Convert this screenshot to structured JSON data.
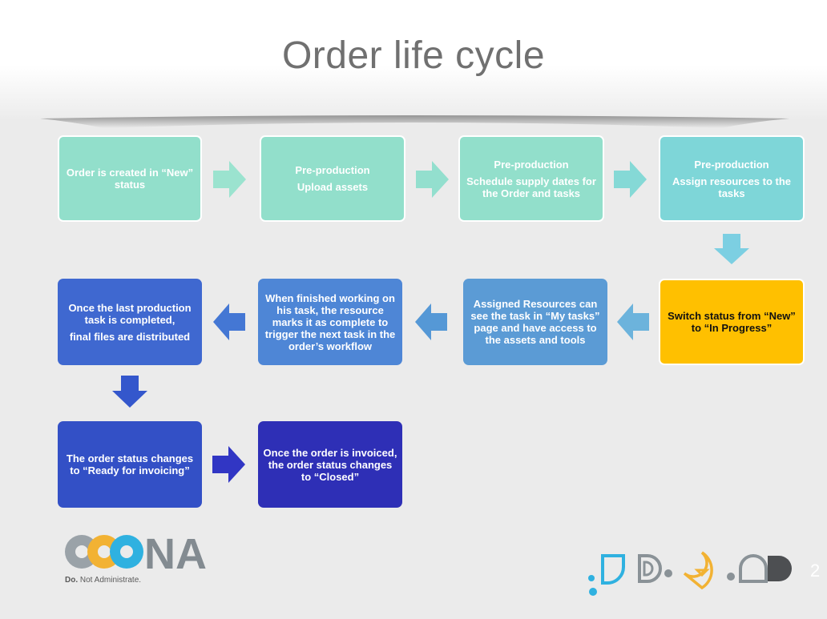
{
  "slide": {
    "title": "Order life cycle",
    "page_number": "2"
  },
  "flow": {
    "row1": [
      {
        "line1": "Order is created in “New” status"
      },
      {
        "line1": "Pre-production",
        "line2": "Upload assets"
      },
      {
        "line1": "Pre-production",
        "line2": "Schedule supply dates for the Order and tasks"
      },
      {
        "line1": "Pre-production",
        "line2": "Assign resources to the tasks"
      }
    ],
    "row2": [
      {
        "line1": "Once the last production task is completed,",
        "line2": "final files are distributed"
      },
      {
        "line1": "When finished working on his task, the resource marks it as complete to trigger the next task in the order’s workflow"
      },
      {
        "line1": "Assigned Resources can see the task in “My tasks” page and have access to the assets and tools"
      },
      {
        "line1": "Switch status from “New” to “In Progress”"
      }
    ],
    "row3": [
      {
        "line1": "The order status changes to “Ready for invoicing”"
      },
      {
        "line1": "Once the order is invoiced, the order status changes to “Closed”"
      }
    ]
  },
  "brand": {
    "logo_text": "NA",
    "tagline_bold": "Do.",
    "tagline_rest": " Not Administrate."
  }
}
